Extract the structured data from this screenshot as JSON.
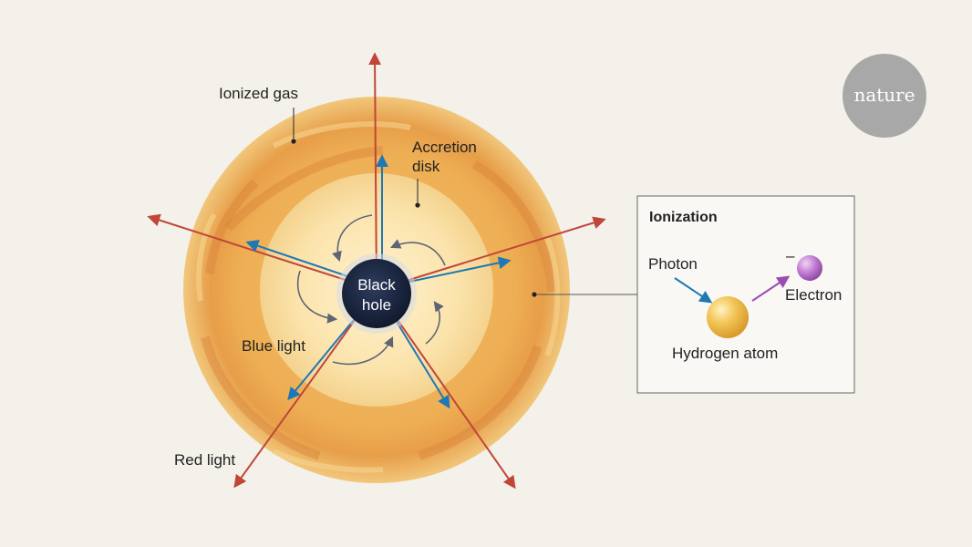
{
  "labels": {
    "ionized_gas": "Ionized gas",
    "accretion_disk_line1": "Accretion",
    "accretion_disk_line2": "disk",
    "black_hole_line1": "Black",
    "black_hole_line2": "hole",
    "blue_light": "Blue light",
    "red_light": "Red light"
  },
  "inset": {
    "title": "Ionization",
    "photon": "Photon",
    "electron": "Electron",
    "electron_charge": "–",
    "hydrogen_atom": "Hydrogen atom"
  },
  "logo": {
    "text": "nature"
  },
  "colors": {
    "background": "#f4f1ea",
    "red_light": "#c0463a",
    "blue_light": "#1f78b4",
    "black_hole": "#1c2a44",
    "electron": "#b46fc8",
    "hydrogen_atom": "#f0c24c",
    "swirl_arrows": "#5d6575",
    "logo_circle": "#a8a8a8"
  }
}
